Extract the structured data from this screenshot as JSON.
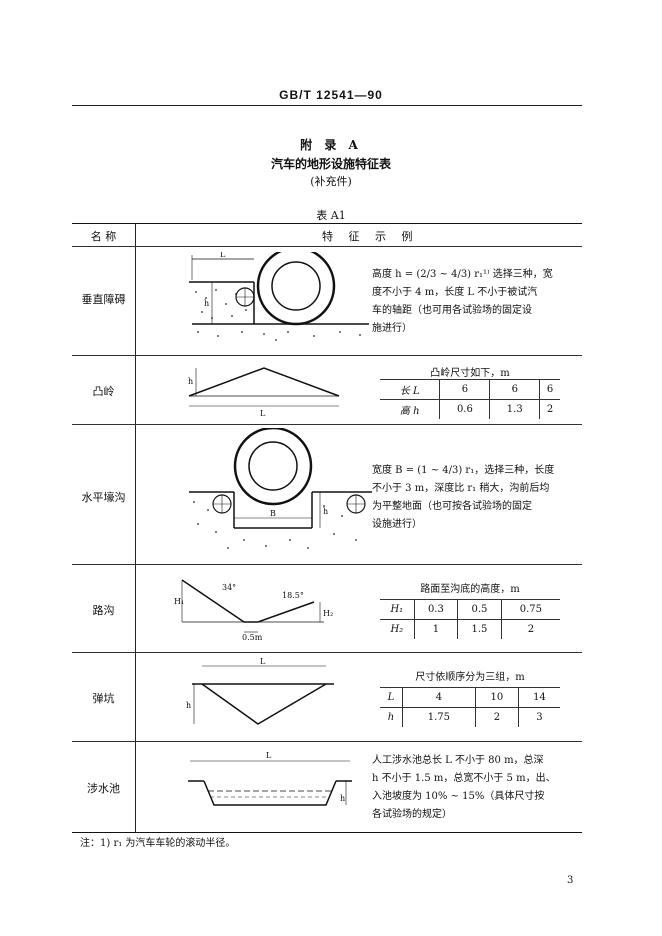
{
  "header": {
    "standard": "GB/T 12541—90"
  },
  "annex": {
    "label": "附 录 A",
    "title": "汽车的地形设施特征表",
    "subtitle": "(补充件)"
  },
  "table_title": "表 A1",
  "table": {
    "col_name": "名 称",
    "col_feature": "特 征 示 例",
    "rows": [
      {
        "name": "垂直障碍",
        "desc_lines": [
          "高度 h = (2/3 ~ 4/3) r₁¹⁾ 选择三种，宽",
          "度不小于 4 m，长度 L 不小于被试汽",
          "车的轴距（也可用各试验场的固定设",
          "施进行）"
        ],
        "fig_labels": {
          "L": "L",
          "h": "h"
        }
      },
      {
        "name": "凸岭",
        "mini_caption": "凸岭尺寸如下，m",
        "mini_rows": [
          {
            "label": "长  L",
            "values": [
              "6",
              "6",
              "6"
            ]
          },
          {
            "label": "高  h",
            "values": [
              "0.6",
              "1.3",
              "2"
            ]
          }
        ],
        "fig_labels": {
          "L": "L",
          "h": "h"
        }
      },
      {
        "name": "水平壕沟",
        "desc_lines": [
          "宽度 B = (1 ~ 4/3) r₁，选择三种，长度",
          "不小于 3 m，深度比 r₁ 稍大，沟前后均",
          "为平整地面（也可按各试验场的固定",
          "设施进行）"
        ],
        "fig_labels": {
          "B": "B",
          "h": "h"
        }
      },
      {
        "name": "路沟",
        "mini_caption": "路面至沟底的高度，m",
        "mini_rows": [
          {
            "label": "H₁",
            "values": [
              "0.3",
              "0.5",
              "0.75"
            ]
          },
          {
            "label": "H₂",
            "values": [
              "1",
              "1.5",
              "2"
            ]
          }
        ],
        "fig_labels": {
          "H1": "H₁",
          "H2": "H₂",
          "angle1": "34°",
          "angle2": "18.5°",
          "bottom": "0.5m"
        }
      },
      {
        "name": "弹坑",
        "mini_caption": "尺寸依顺序分为三组，m",
        "mini_rows": [
          {
            "label": "L",
            "values": [
              "4",
              "10",
              "14"
            ]
          },
          {
            "label": "h",
            "values": [
              "1.75",
              "2",
              "3"
            ]
          }
        ],
        "fig_labels": {
          "L": "L",
          "h": "h"
        }
      },
      {
        "name": "涉水池",
        "desc_lines": [
          "人工涉水池总长 L 不小于 80 m，总深",
          "h 不小于 1.5 m，总宽不小于 5 m，出、",
          "入池坡度为 10% ~ 15%（具体尺寸按",
          "各试验场的规定）"
        ],
        "fig_labels": {
          "L": "L",
          "h": "h"
        }
      }
    ]
  },
  "note": "注：1) r₁ 为汽车车轮的滚动半径。",
  "page_number": "3"
}
